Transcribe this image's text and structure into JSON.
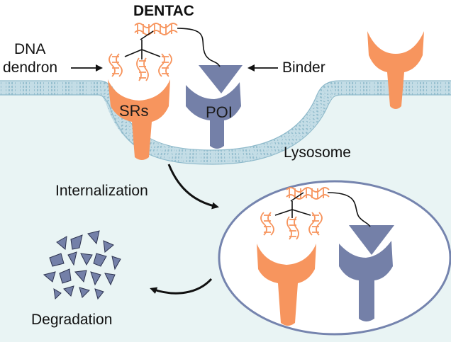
{
  "labels": {
    "title": "DENTAC",
    "dna_line1": "DNA",
    "dna_line2": "dendron",
    "binder": "Binder",
    "srs": "SRs",
    "poi": "POI",
    "lysosome": "Lysosome",
    "internalization": "Internalization",
    "degradation": "Degradation"
  },
  "colors": {
    "receptor_orange": "#F7955E",
    "protein_blue": "#7480A8",
    "membrane_fill": "#C4DDE6",
    "membrane_dots": "#8FBACB",
    "cytoplasm": "#E9F4F4",
    "lysosome_border": "#7584AE",
    "text": "#111111"
  }
}
